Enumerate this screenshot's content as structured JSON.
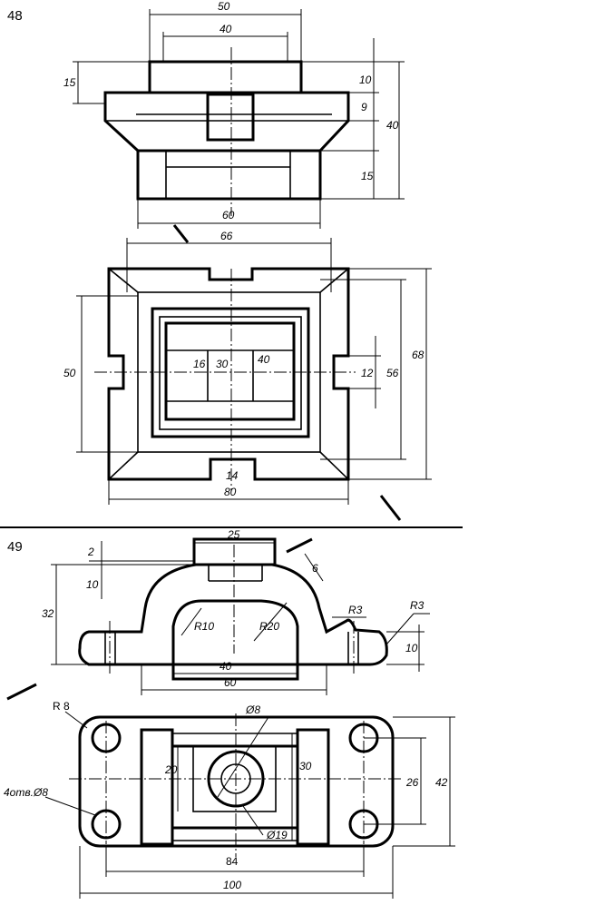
{
  "problems": [
    {
      "number": "48",
      "front_view_dims": [
        "50",
        "40",
        "15",
        "10",
        "9",
        "40",
        "15",
        "60"
      ],
      "top_view_dims": [
        "66",
        "50",
        "16",
        "30",
        "40",
        "12",
        "56",
        "68",
        "14",
        "80"
      ]
    },
    {
      "number": "49",
      "front_view_dims": [
        "25",
        "2",
        "10",
        "32",
        "6",
        "R10",
        "R20",
        "R3",
        "R3",
        "10",
        "40",
        "60"
      ],
      "top_view_dims": [
        "R 8",
        "Ø8",
        "20",
        "30",
        "26",
        "42",
        "4отв.Ø8",
        "Ø19",
        "84",
        "100"
      ]
    }
  ]
}
